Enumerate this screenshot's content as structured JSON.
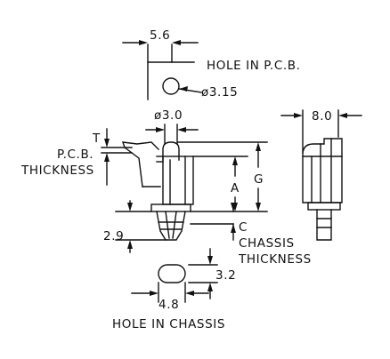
{
  "hole_pcb": {
    "width_dim": "5.6",
    "label": "HOLE IN P.C.B.",
    "diameter": "ø3.15"
  },
  "front_view": {
    "top_dia": "ø3.0",
    "t_label": "T",
    "pcb_label": "P.C.B.",
    "pcb_thickness": "THICKNESS",
    "a_label": "A",
    "g_label": "G",
    "c_label": "C",
    "chassis_label": "CHASSIS",
    "chassis_thickness": "THICKNESS",
    "height_dim": "2.9"
  },
  "side_view": {
    "width_dim": "8.0"
  },
  "hole_chassis": {
    "height_dim": "3.2",
    "width_dim": "4.8",
    "label": "HOLE IN CHASSIS"
  }
}
